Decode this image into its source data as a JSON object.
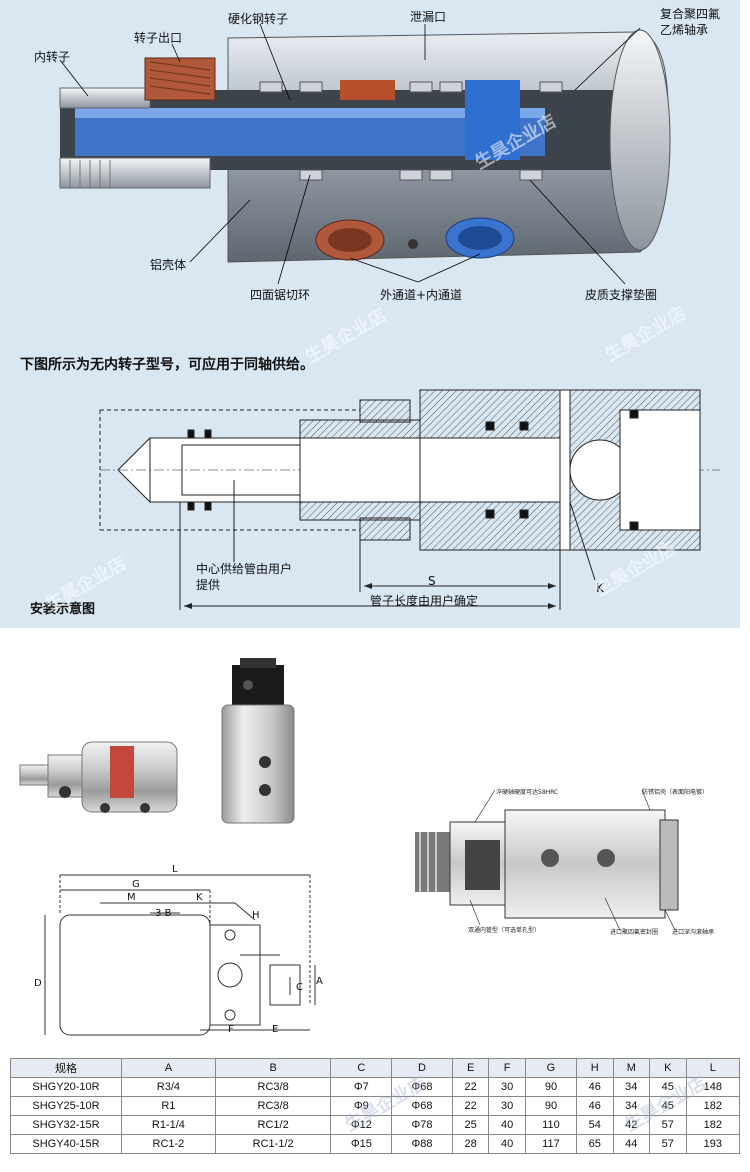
{
  "cutaway": {
    "labels": {
      "inner_rotor": "内转子",
      "rotor_outlet": "转子出口",
      "hardened_rotor": "硬化钢转子",
      "leak_port": "泄漏口",
      "bearing": "复合聚四氟\n乙烯轴承",
      "aluminum_shell": "铝壳体",
      "saw_ring": "四面锯切环",
      "channels": "外通道+内通道",
      "leather_ring": "皮质支撑垫圈"
    }
  },
  "section": {
    "heading": "下图所示为无内转子型号，可应用于同轴供给。",
    "center_pipe": "中心供给管由用户\n提供",
    "s_label": "S",
    "k_label": "K",
    "pipe_length": "管子长度由用户确定",
    "install_title": "安装示意图"
  },
  "watermark": "生昊企业店",
  "drawing": {
    "dims": {
      "L": "L",
      "G": "G",
      "M": "M",
      "B3": "3-B",
      "K": "K",
      "H": "H",
      "D": "D",
      "C": "C",
      "A": "A",
      "F": "F",
      "E": "E"
    }
  },
  "side_view": {
    "notes": {
      "n1": "淬硬轴硬度可达58HRC",
      "n2": "防锈铝壳（表面阳电镀）",
      "n3": "双通内管型（可选单孔型）",
      "n4": "进口聚四氟密封圈",
      "n5": "进口深沟滚轴承"
    }
  },
  "spec_table": {
    "headers": [
      "规格",
      "A",
      "B",
      "C",
      "D",
      "E",
      "F",
      "G",
      "H",
      "M",
      "K",
      "L"
    ],
    "rows": [
      [
        "SHGY20-10R",
        "R3/4",
        "RC3/8",
        "Φ7",
        "Φ68",
        "22",
        "30",
        "90",
        "46",
        "34",
        "45",
        "148"
      ],
      [
        "SHGY25-10R",
        "R1",
        "RC3/8",
        "Φ9",
        "Φ68",
        "22",
        "30",
        "90",
        "46",
        "34",
        "45",
        "182"
      ],
      [
        "SHGY32-15R",
        "R1-1/4",
        "RC1/2",
        "Φ12",
        "Φ78",
        "25",
        "40",
        "110",
        "54",
        "42",
        "57",
        "182"
      ],
      [
        "SHGY40-15R",
        "RC1-2",
        "RC1-1/2",
        "Φ15",
        "Φ88",
        "28",
        "40",
        "117",
        "65",
        "44",
        "57",
        "193"
      ]
    ]
  }
}
